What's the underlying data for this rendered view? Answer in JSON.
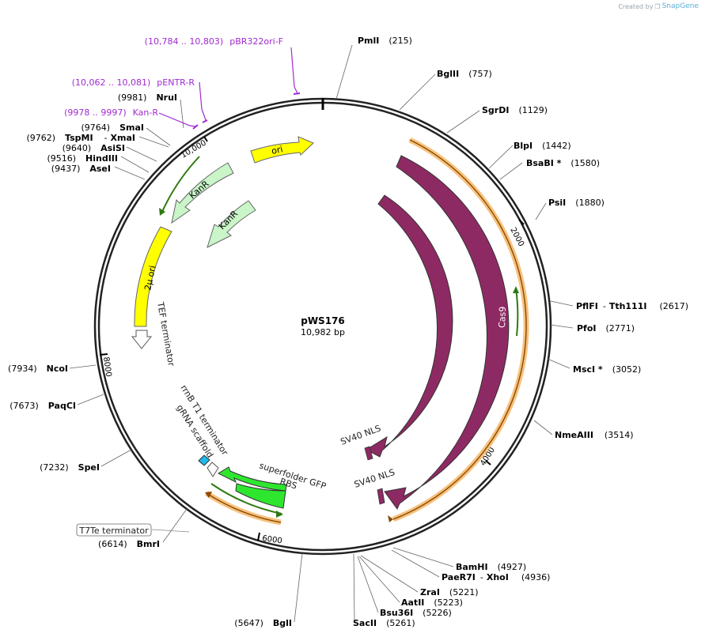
{
  "watermark": {
    "prefix": "Created by",
    "brand": "SnapGene"
  },
  "plasmid": {
    "name": "pWS176",
    "size_label": "10,982 bp"
  },
  "ticks": [
    "2000",
    "4000",
    "6000",
    "8000",
    "10,000"
  ],
  "sites": [
    {
      "name": "PmlI",
      "pos": "(215)"
    },
    {
      "name": "BglII",
      "pos": "(757)"
    },
    {
      "name": "SgrDI",
      "pos": "(1129)"
    },
    {
      "name": "BlpI",
      "pos": "(1442)"
    },
    {
      "name": "BsaBI *",
      "pos": "(1580)"
    },
    {
      "name": "PsiI",
      "pos": "(1880)"
    },
    {
      "name": "PflFI",
      "name2": "Tth111I",
      "pos": "(2617)"
    },
    {
      "name": "PfoI",
      "pos": "(2771)"
    },
    {
      "name": "MscI *",
      "pos": "(3052)"
    },
    {
      "name": "NmeAIII",
      "pos": "(3514)"
    },
    {
      "name": "BamHI",
      "pos": "(4927)"
    },
    {
      "name": "PaeR7I",
      "name2": "XhoI",
      "pos": "(4936)"
    },
    {
      "name": "ZraI",
      "pos": "(5221)"
    },
    {
      "name": "AatII",
      "pos": "(5223)"
    },
    {
      "name": "Bsu36I",
      "pos": "(5226)"
    },
    {
      "name": "SacII",
      "pos": "(5261)"
    },
    {
      "name": "BglI",
      "pos": "(5647)"
    },
    {
      "name": "BmrI",
      "pos": "(6614)"
    },
    {
      "name": "SpeI",
      "pos": "(7232)"
    },
    {
      "name": "PaqCI",
      "pos": "(7673)"
    },
    {
      "name": "NcoI",
      "pos": "(7934)"
    },
    {
      "name": "AseI",
      "pos": "(9437)"
    },
    {
      "name": "HindIII",
      "pos": "(9516)"
    },
    {
      "name": "AsiSI",
      "pos": "(9640)"
    },
    {
      "name": "TspMI",
      "name2": "XmaI",
      "pos": "(9762)"
    },
    {
      "name": "SmaI",
      "pos": "(9764)"
    },
    {
      "name": "NruI",
      "pos": "(9981)"
    }
  ],
  "primers": [
    {
      "range": "(10,784 .. 10,803)",
      "name": "pBR322ori-F"
    },
    {
      "range": "(10,062 .. 10,081)",
      "name": "pENTR-R"
    },
    {
      "range": "(9978 .. 9997)",
      "name": "Kan-R"
    }
  ],
  "features": {
    "ori": "ori",
    "kanr_outer": "KanR",
    "kanr_inner": "KanR",
    "two_mu_ori": "2μ ori",
    "tef_terminator": "TEF terminator",
    "cas9_outer": "Cas9",
    "cas9_inner": "Cas9",
    "sv40_nls_inner": "SV40 NLS",
    "sv40_nls_outer": "SV40 NLS",
    "rrnb_terminator": "rrnB T1 terminator",
    "grna_scaffold": "gRNA scaffold",
    "superfolder_gfp": "superfolder GFP",
    "rbs": "RBS",
    "t7te_terminator": "T7Te terminator"
  },
  "colors": {
    "backbone": "#222222",
    "cas9": "#8e2a63",
    "ori": "#ffff00",
    "kanr": "#c9f5c9",
    "gfp": "#2ee62e",
    "primer": "#a12ad0",
    "orf_line": "#2f7a12",
    "orf_halo": "#f7c27e",
    "tef": "#ffffff",
    "grna": "#1fb8e8"
  }
}
